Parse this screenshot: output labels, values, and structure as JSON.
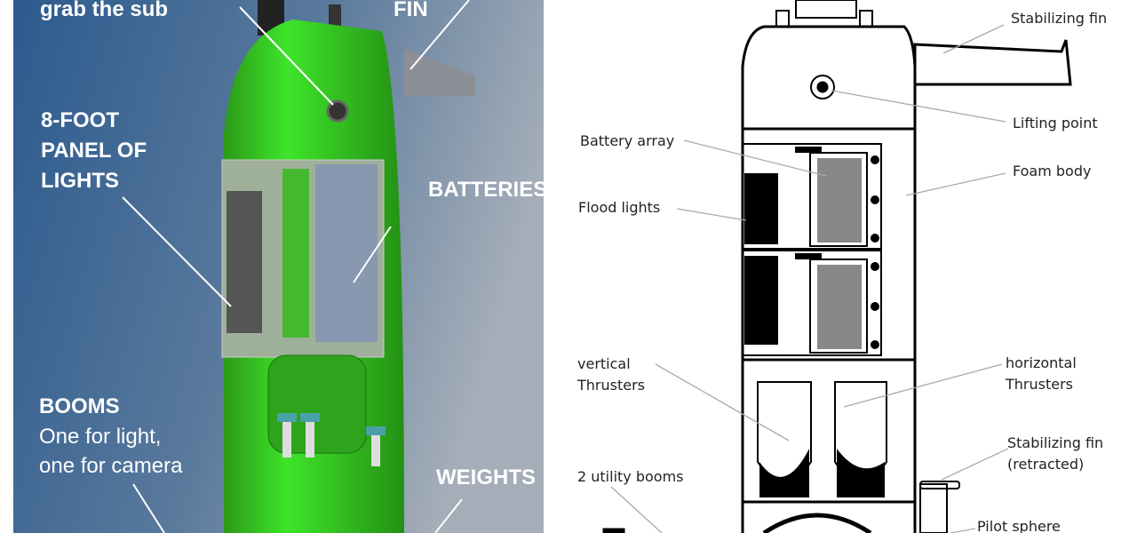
{
  "left_panel": {
    "labels": {
      "grab": "grab the sub",
      "fin": "FIN",
      "lights_1": "8-FOOT",
      "lights_2": "PANEL OF",
      "lights_3": "LIGHTS",
      "batteries": "BATTERIES",
      "booms_title": "BOOMS",
      "booms_1": "One for light,",
      "booms_2": "one for camera",
      "weights": "WEIGHTS"
    },
    "colors": {
      "hull": "#33c81e",
      "bg_top": "#2f5a8c",
      "bg_right": "#9aa6b4"
    }
  },
  "right_panel": {
    "labels": {
      "stab_fin": "Stabilizing fin",
      "lifting": "Lifting point",
      "battery": "Battery array",
      "foam": "Foam body",
      "flood": "Flood lights",
      "vert_1": "vertical",
      "vert_2": "Thrusters",
      "horiz_1": "horizontal",
      "horiz_2": "Thrusters",
      "stab_ret_1": "Stabilizing fin",
      "stab_ret_2": "(retracted)",
      "booms": "2 utility booms",
      "pilot": "Pilot sphere"
    }
  }
}
